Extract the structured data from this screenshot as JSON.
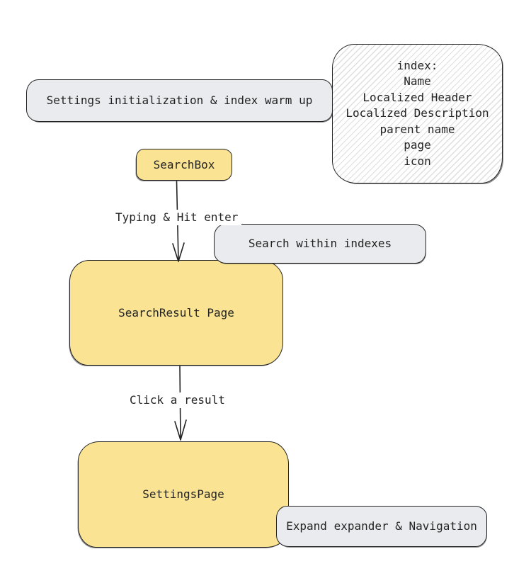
{
  "colors": {
    "background": "#ffffff",
    "yellow_fill": "#fae494",
    "gray_fill": "#e9ebee",
    "stroke": "#232323",
    "hatch_line": "#dedede"
  },
  "nodes": {
    "init": {
      "label": "Settings initialization & index warm up"
    },
    "index_fields": {
      "lines": [
        "index:",
        "Name",
        "Localized Header",
        "Localized Description",
        "parent name",
        "page",
        "icon"
      ]
    },
    "search_box": {
      "label": "SearchBox"
    },
    "search_within": {
      "label": "Search within indexes"
    },
    "search_result": {
      "label": "SearchResult Page"
    },
    "settings_page": {
      "label": "SettingsPage"
    },
    "expand_nav": {
      "label": "Expand expander & Navigation"
    }
  },
  "edges": {
    "typing": {
      "label": "Typing & Hit enter"
    },
    "click": {
      "label": "Click a result"
    }
  }
}
